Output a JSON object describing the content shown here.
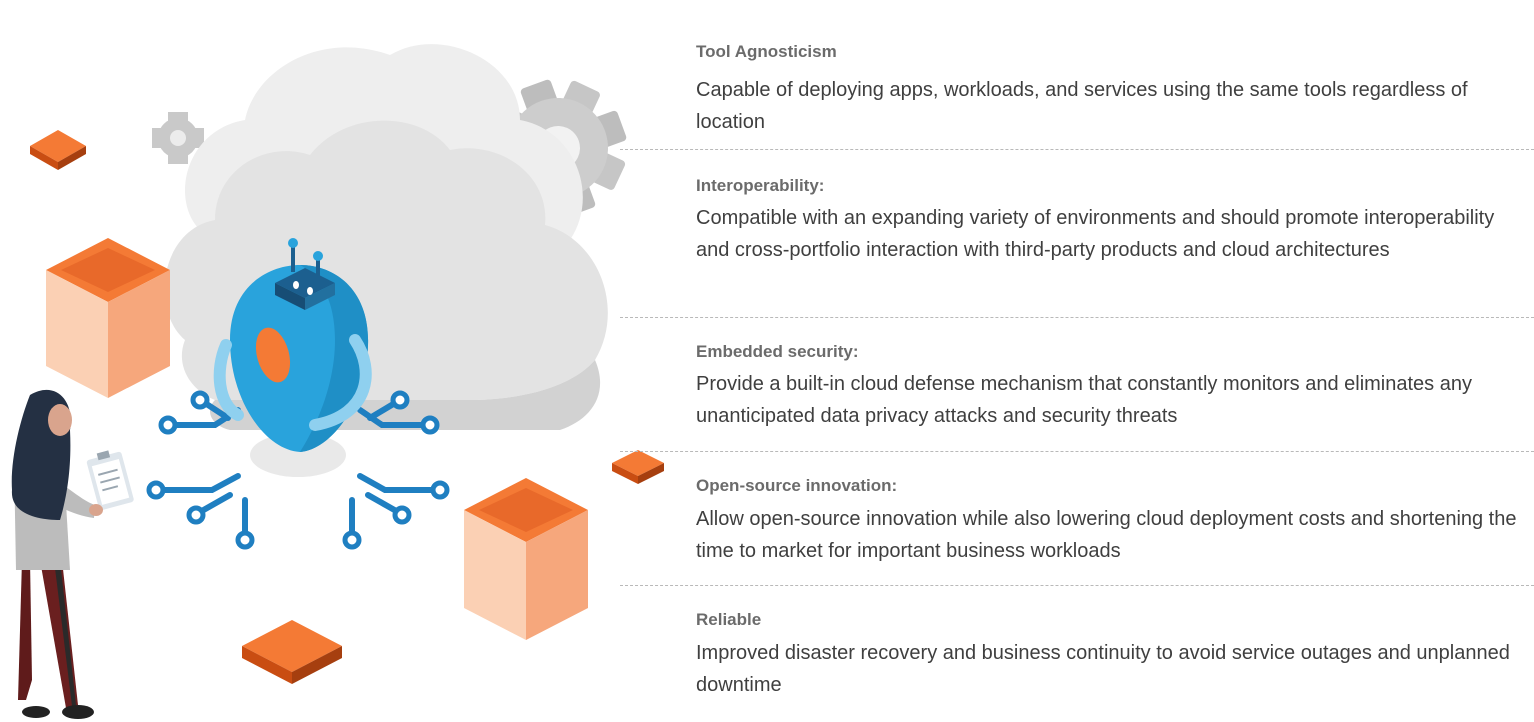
{
  "features": [
    {
      "title": "Tool Agnosticism",
      "description": "Capable of deploying apps, workloads, and services using the same tools regardless of location"
    },
    {
      "title": "Interoperability:",
      "description": "Compatible with an expanding variety of environments and should promote interoperability and cross-portfolio interaction with third-party products and cloud architectures"
    },
    {
      "title": "Embedded security:",
      "description": "Provide a built-in cloud defense mechanism that constantly monitors and eliminates any unanticipated data privacy attacks and security threats"
    },
    {
      "title": "Open-source innovation:",
      "description": "Allow open-source innovation while also lowering cloud deployment costs and shortening the time to market for important business workloads"
    },
    {
      "title": "Reliable",
      "description": "Improved disaster recovery and business continuity to avoid service outages and unplanned downtime"
    }
  ],
  "colors": {
    "cloud": "#e6e6e6",
    "robot": "#29a3dc",
    "accent_orange": "#f47a35",
    "dark_orange": "#c94d12",
    "box_side": "#f8c3a3",
    "circuit": "#1f7fc1",
    "gear": "#c9c9c9",
    "title_text": "#6b6b6b",
    "body_text": "#3f3f3f"
  },
  "illustration": {
    "icons": [
      "cloud-icon",
      "gear-icon",
      "robot-icon",
      "circuit-icon",
      "box-icon",
      "person-icon",
      "clipboard-icon"
    ]
  }
}
